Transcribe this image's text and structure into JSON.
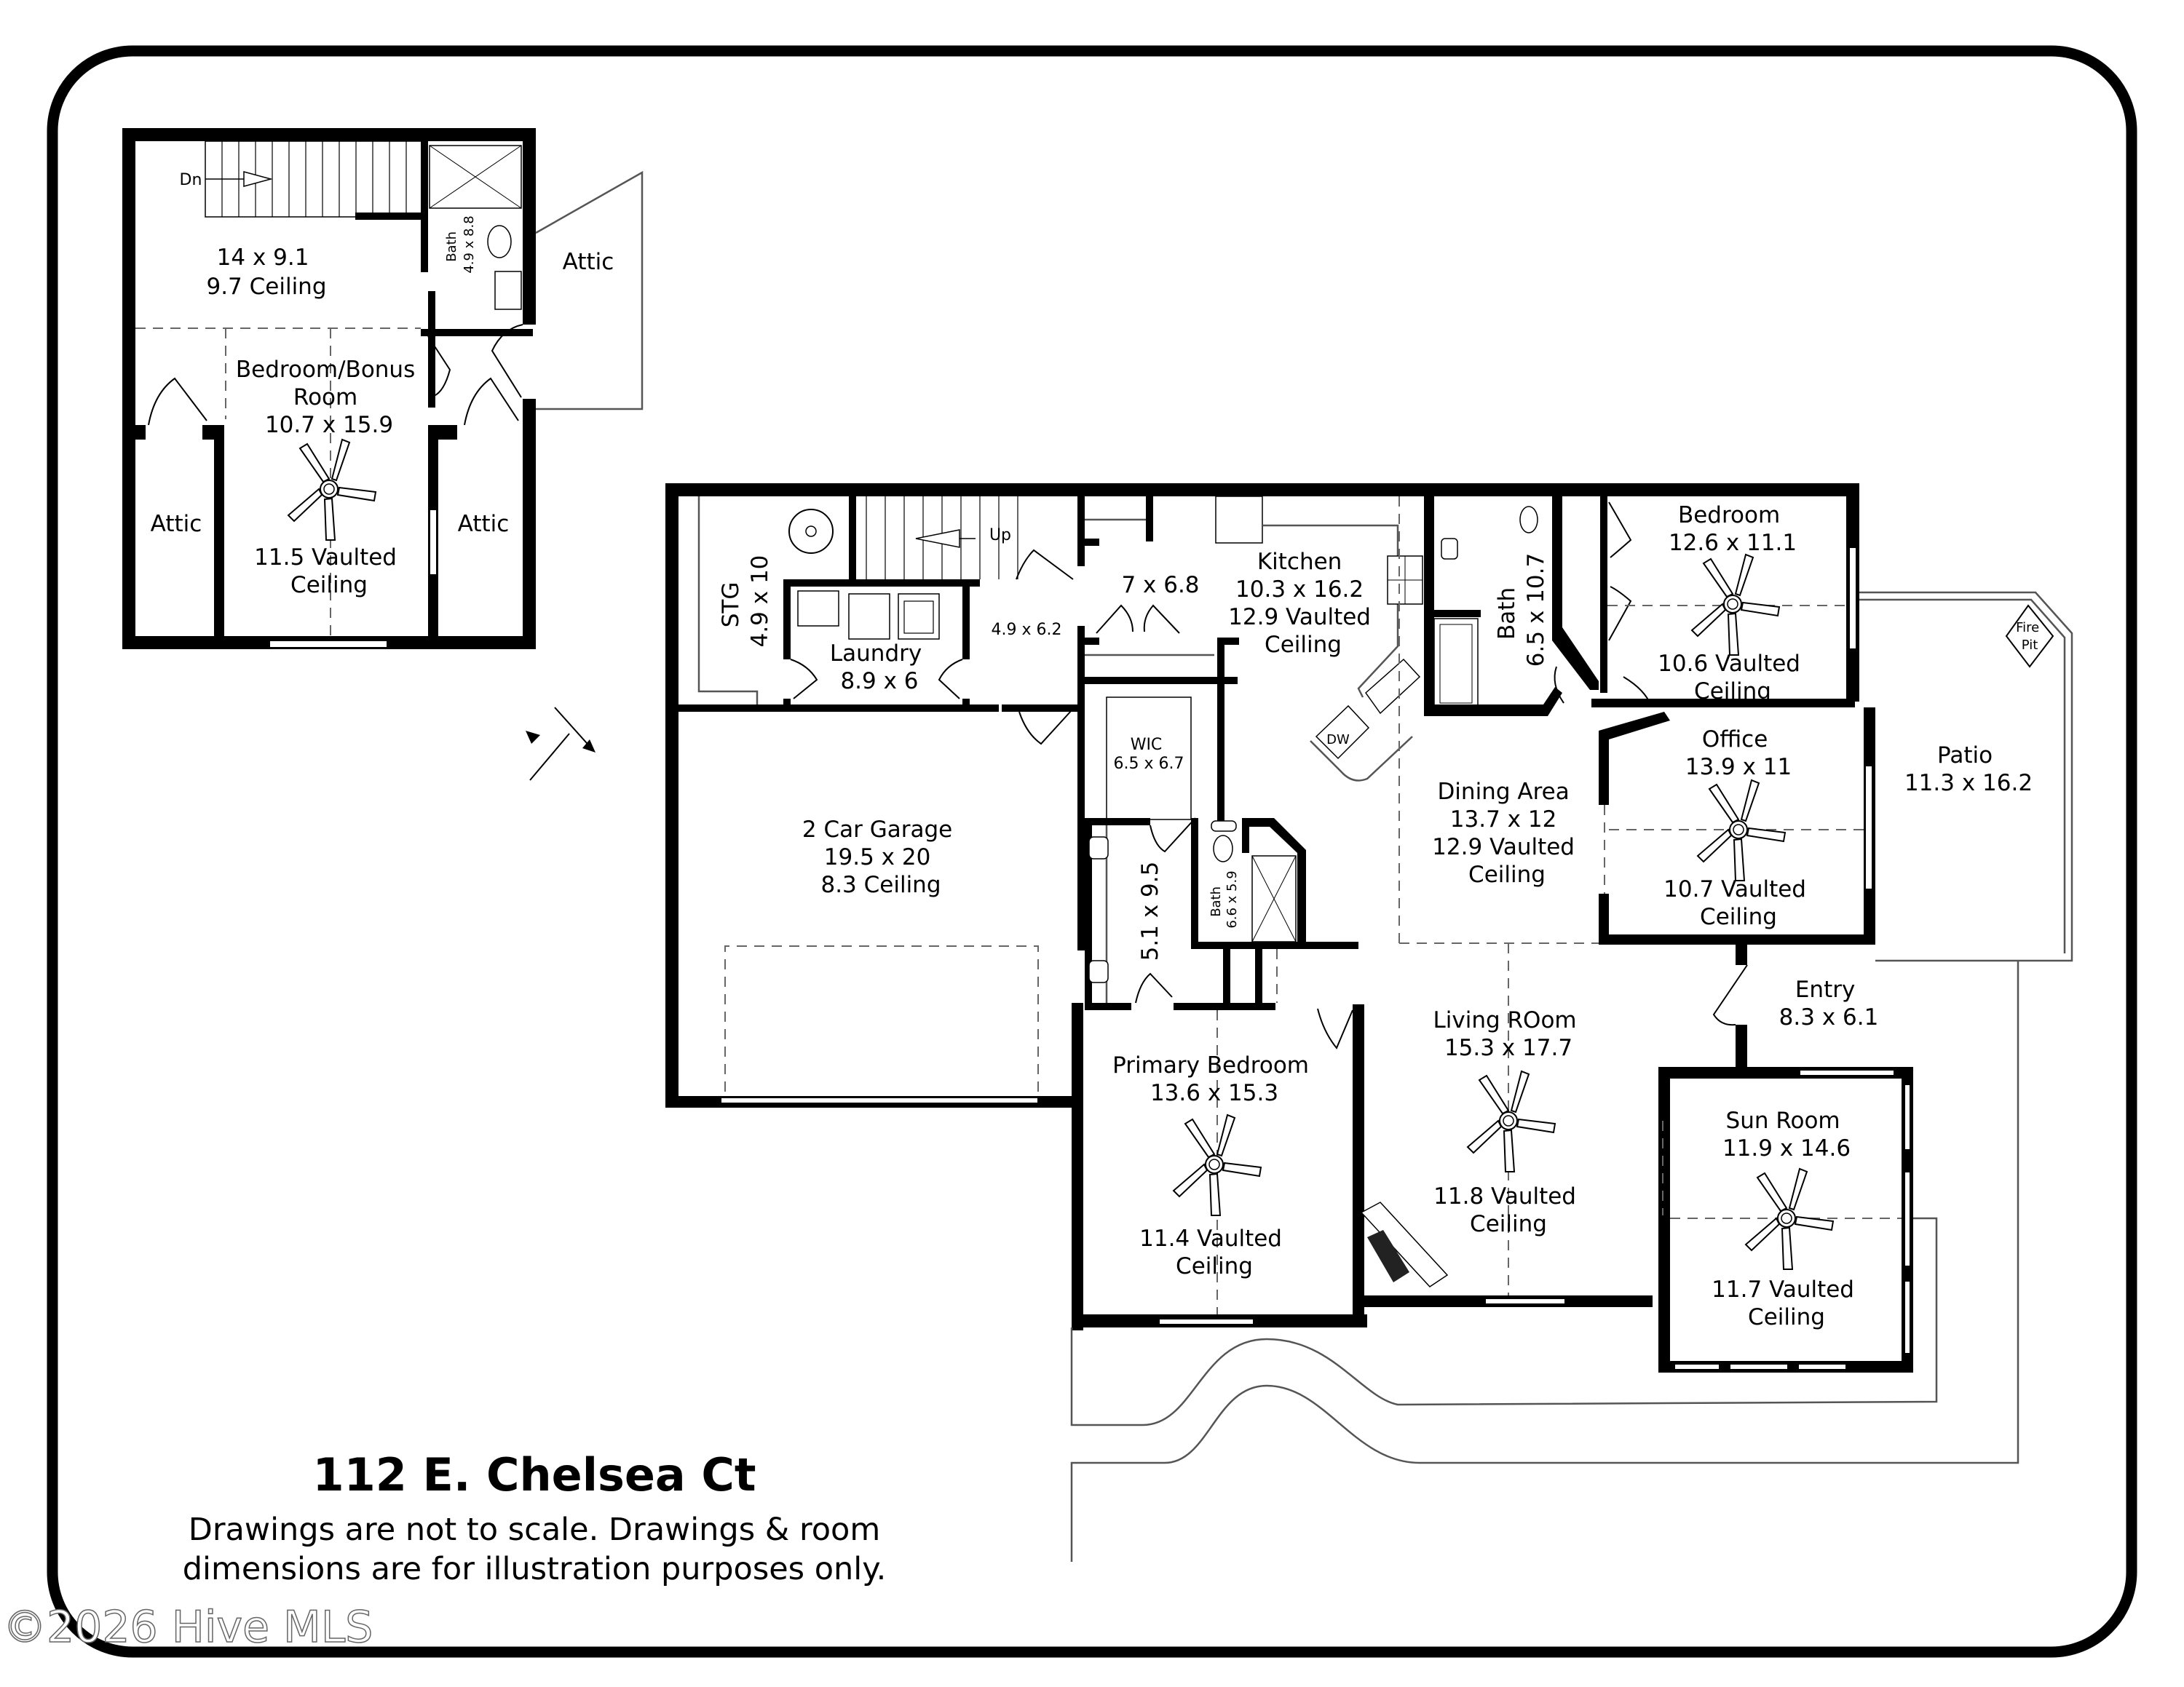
{
  "title": "112 E. Chelsea Ct",
  "disclaimer": {
    "line1": "Drawings are not to scale. Drawings & room",
    "line2": "dimensions are for illustration purposes only."
  },
  "watermark": "©2026 Hive MLS",
  "upper_floor": {
    "rooms": [
      {
        "id": "loft",
        "lines": [
          "14 x 9.1",
          "9.7 Ceiling"
        ]
      },
      {
        "id": "bonus",
        "lines": [
          "Bedroom/Bonus",
          "Room",
          "10.7 x 15.9"
        ],
        "ceiling": [
          "11.5 Vaulted",
          "Ceiling"
        ]
      },
      {
        "id": "bath-up",
        "lines": [
          "Bath",
          "4.9 x 8.8"
        ]
      },
      {
        "id": "attic-left",
        "lines": [
          "Attic"
        ]
      },
      {
        "id": "attic-right",
        "lines": [
          "Attic"
        ]
      },
      {
        "id": "attic-outside",
        "lines": [
          "Attic"
        ]
      }
    ],
    "stairs_label": "Dn"
  },
  "main_floor": {
    "rooms": [
      {
        "id": "stg",
        "lines": [
          "STG",
          "4.9 x 10"
        ]
      },
      {
        "id": "laundry",
        "lines": [
          "Laundry",
          "8.9 x 6"
        ]
      },
      {
        "id": "hall",
        "lines": [
          "4.9 x 6.2"
        ]
      },
      {
        "id": "pantry",
        "lines": [
          "7 x 6.8"
        ]
      },
      {
        "id": "kitchen",
        "lines": [
          "Kitchen",
          "10.3 x 16.2",
          "12.9 Vaulted",
          "Ceiling"
        ]
      },
      {
        "id": "bath-hall",
        "lines": [
          "Bath",
          "6.5 x 10.7"
        ]
      },
      {
        "id": "bedroom",
        "lines": [
          "Bedroom",
          "12.6 x 11.1"
        ],
        "ceiling": [
          "10.6 Vaulted",
          "Ceiling"
        ]
      },
      {
        "id": "garage",
        "lines": [
          "2 Car Garage",
          "19.5 x 20",
          "8.3 Ceiling"
        ]
      },
      {
        "id": "wic",
        "lines": [
          "WIC",
          "6.5 x 6.7"
        ]
      },
      {
        "id": "primary-bath",
        "lines": [
          "5.1 x 9.5"
        ]
      },
      {
        "id": "bath-small",
        "lines": [
          "Bath",
          "6.6 x 5.9"
        ]
      },
      {
        "id": "dining",
        "lines": [
          "Dining Area",
          "13.7 x 12",
          "12.9 Vaulted",
          "Ceiling"
        ]
      },
      {
        "id": "office",
        "lines": [
          "Office",
          "13.9 x 11"
        ],
        "ceiling": [
          "10.7 Vaulted",
          "Ceiling"
        ]
      },
      {
        "id": "patio",
        "lines": [
          "Patio",
          "11.3 x 16.2"
        ]
      },
      {
        "id": "entry",
        "lines": [
          "Entry",
          "8.3 x 6.1"
        ]
      },
      {
        "id": "living",
        "lines": [
          "Living ROom",
          "15.3 x 17.7"
        ],
        "ceiling": [
          "11.8 Vaulted",
          "Ceiling"
        ]
      },
      {
        "id": "primary-bedroom",
        "lines": [
          "Primary Bedroom",
          "13.6 x 15.3"
        ],
        "ceiling": [
          "11.4 Vaulted",
          "Ceiling"
        ]
      },
      {
        "id": "sun-room",
        "lines": [
          "Sun Room",
          "11.9 x 14.6"
        ],
        "ceiling": [
          "11.7 Vaulted",
          "Ceiling"
        ]
      }
    ],
    "stairs_label": "Up",
    "fixtures": {
      "dishwasher": "DW",
      "fire_pit": [
        "Fire",
        "Pit"
      ]
    }
  }
}
